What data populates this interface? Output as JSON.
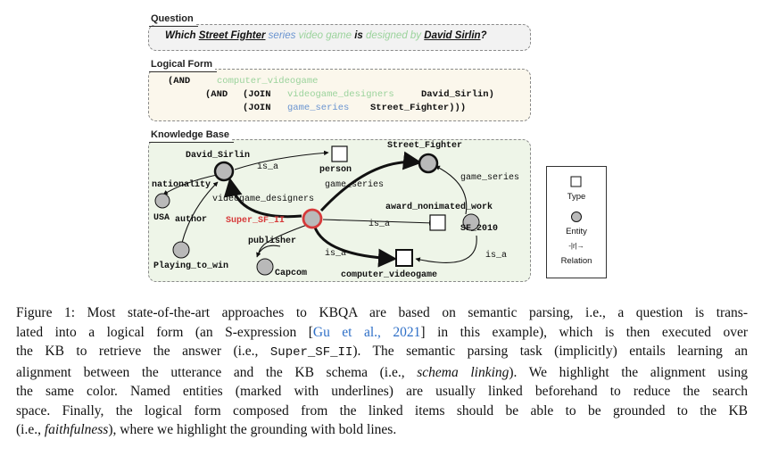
{
  "question": {
    "tab": "Question",
    "prefix": "Which",
    "entity1": "Street Fighter",
    "rel1": "series",
    "rel2": "video game",
    "mid": "is",
    "rel3": "designed by",
    "entity2": "David Sirlin",
    "suffix": "?"
  },
  "logical_form": {
    "tab": "Logical Form",
    "l1_and": "(AND",
    "l1_type": "computer_videogame",
    "l2_and": "(AND",
    "l2_join": "(JOIN",
    "l2_rel": "videogame_designers",
    "l2_ent": "David_Sirlin)",
    "l3_join": "(JOIN",
    "l3_rel": "game_series",
    "l3_ent": "Street_Fighter)))"
  },
  "knowledge_base": {
    "tab": "Knowledge Base",
    "nodes": {
      "david": "David_Sirlin",
      "person": "person",
      "street_fighter": "Street_Fighter",
      "nationality": "nationality",
      "usa": "USA",
      "author": "author",
      "super_sf": "Super_SF_II",
      "award": "award_nonimated_work",
      "sf2010": "SF_2010",
      "publisher": "publisher",
      "playing": "Playing_to_win",
      "capcom": "Capcom",
      "cvg": "computer_videogame"
    },
    "edges": {
      "is_a_1": "is_a",
      "game_series_1": "game_series",
      "game_series_2": "game_series",
      "videogame_designers": "videogame_designers",
      "is_a_2": "is_a",
      "is_a_3": "is_a",
      "is_a_4": "is_a"
    },
    "colors": {
      "highlight": "#d63a3a",
      "node_fill": "#b9b9b9",
      "blue": "#6a94d0",
      "green": "#9bd39c"
    }
  },
  "legend": {
    "type": "Type",
    "entity": "Entity",
    "relation_glyph": "-|r|→",
    "relation": "Relation"
  },
  "caption": {
    "l1": "Figure 1: Most state-of-the-art approaches to KBQA are based on semantic parsing, i.e., a question is trans-",
    "l2a": "lated into a logical form (an S-expression [",
    "l2cite": "Gu et al., 2021",
    "l2b": "] in this example), which is then executed over",
    "l3a": "the KB to retrieve the answer (i.e., ",
    "l3mono": "Super_SF_II",
    "l3b": "). The semantic parsing task (implicitly) entails learning an",
    "l4a": "alignment between the utterance and the KB schema (i.e., ",
    "l4i": "schema linking",
    "l4b": "). We highlight the alignment using",
    "l5": "the same color. Named entities (marked with underlines) are usually linked beforehand to reduce the search",
    "l6": "space. Finally, the logical form composed from the linked items should be able to be grounded to the KB",
    "l7a": "(i.e., ",
    "l7i": "faithfulness",
    "l7b": "), where we highlight the grounding with bold lines."
  }
}
